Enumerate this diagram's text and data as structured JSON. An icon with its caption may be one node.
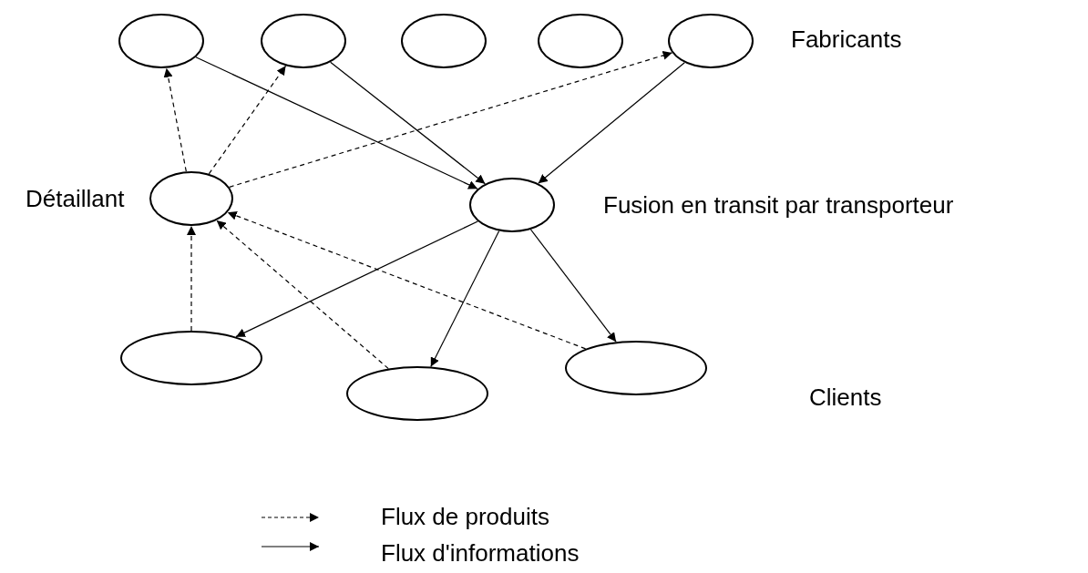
{
  "diagram": {
    "nodes": [
      {
        "text": [],
        "shape": "circle"
      },
      {
        "text": [],
        "shape": "circle"
      },
      {
        "text": [],
        "shape": "circle"
      },
      {
        "text": [],
        "shape": "circle"
      },
      {
        "text": [],
        "shape": "circle"
      },
      {
        "text": [],
        "shape": "circle",
        "beside": [
          "Détaillant"
        ]
      },
      {
        "text": [],
        "shape": "circle",
        "beside": [
          "Fusion en transit par transporteur"
        ]
      },
      {
        "text": [],
        "shape": "circle"
      },
      {
        "text": [],
        "shape": "circle"
      },
      {
        "text": [],
        "shape": "circle"
      }
    ],
    "edges": [
      {
        "from": 5,
        "to": 0,
        "arrow": "to",
        "style": "dashed"
      },
      {
        "from": 5,
        "to": 1,
        "arrow": "to",
        "style": "dashed"
      },
      {
        "from": 5,
        "to": 4,
        "arrow": "to",
        "style": "dashed"
      },
      {
        "from": 0,
        "to": 6,
        "arrow": "to"
      },
      {
        "from": 1,
        "to": 6,
        "arrow": "to"
      },
      {
        "from": 4,
        "to": 6,
        "arrow": "to"
      },
      {
        "from": 6,
        "to": 7,
        "arrow": "to"
      },
      {
        "from": 6,
        "to": 8,
        "arrow": "to"
      },
      {
        "from": 6,
        "to": 9,
        "arrow": "to"
      },
      {
        "from": 7,
        "to": 5,
        "arrow": "to",
        "style": "dashed"
      },
      {
        "from": 8,
        "to": 5,
        "arrow": "to",
        "style": "dashed"
      },
      {
        "from": 9,
        "to": 5,
        "arrow": "to",
        "style": "dashed"
      }
    ],
    "labels": [
      "Fabricants",
      "Clients"
    ],
    "legend": [
      {
        "text": "Flux de produits"
      },
      {
        "text": "Flux d'informations"
      }
    ]
  }
}
